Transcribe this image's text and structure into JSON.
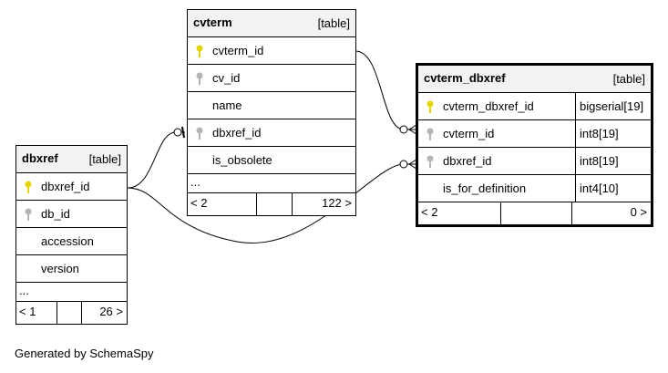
{
  "tables": {
    "cvterm": {
      "name": "cvterm",
      "kind": "[table]",
      "columns": [
        {
          "name": "cvterm_id",
          "key": "primary"
        },
        {
          "name": "cv_id",
          "key": "foreign"
        },
        {
          "name": "name",
          "key": ""
        },
        {
          "name": "dbxref_id",
          "key": "foreign"
        },
        {
          "name": "is_obsolete",
          "key": ""
        }
      ],
      "more": "...",
      "footer": {
        "left": "< 2",
        "right": "122 >"
      }
    },
    "dbxref": {
      "name": "dbxref",
      "kind": "[table]",
      "columns": [
        {
          "name": "dbxref_id",
          "key": "primary"
        },
        {
          "name": "db_id",
          "key": "foreign"
        },
        {
          "name": "accession",
          "key": ""
        },
        {
          "name": "version",
          "key": ""
        }
      ],
      "more": "...",
      "footer": {
        "left": "< 1",
        "right": "26 >"
      }
    },
    "cvterm_dbxref": {
      "name": "cvterm_dbxref",
      "kind": "[table]",
      "columns": [
        {
          "name": "cvterm_dbxref_id",
          "type": "bigserial[19]",
          "key": "primary"
        },
        {
          "name": "cvterm_id",
          "type": "int8[19]",
          "key": "foreign"
        },
        {
          "name": "dbxref_id",
          "type": "int8[19]",
          "key": "foreign"
        },
        {
          "name": "is_for_definition",
          "type": "int4[10]",
          "key": ""
        }
      ],
      "footer": {
        "left": "< 2",
        "right": "0 >"
      }
    }
  },
  "colors": {
    "primary_key": "#e6d400",
    "foreign_key": "#b4b4b4",
    "header_bg": "#f2f2f2"
  },
  "footer_text": "Generated by SchemaSpy"
}
